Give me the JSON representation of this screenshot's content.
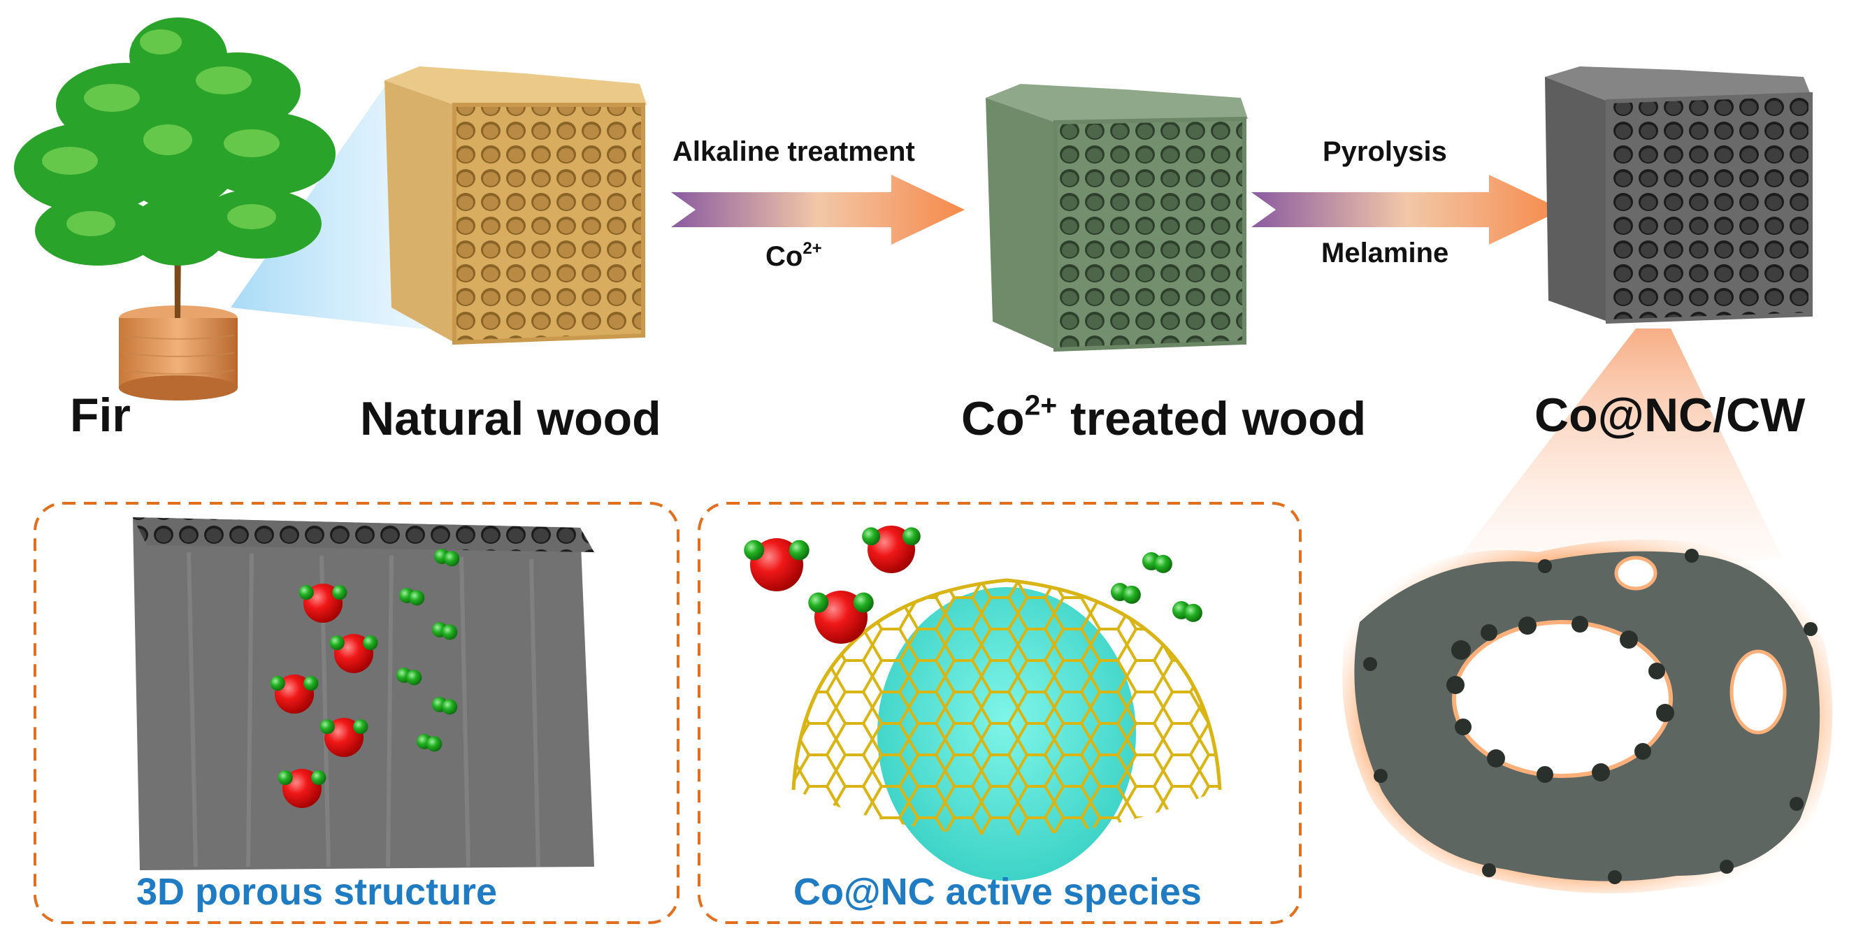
{
  "labels": {
    "fir": "Fir",
    "natural_wood": "Natural wood",
    "co_treated_prefix": "Co",
    "co_treated_sup": "2+",
    "co_treated_suffix": " treated wood",
    "product": "Co@NC/CW"
  },
  "step1": {
    "top": "Alkaline treatment",
    "bottom_base": "Co",
    "bottom_sup": "2+"
  },
  "step2": {
    "top": "Pyrolysis",
    "bottom": "Melamine"
  },
  "panels": {
    "left_caption": "3D porous structure",
    "middle_caption": "Co@NC active species"
  },
  "colors": {
    "natural_wood": "#e0b86e",
    "treated_wood": "#7d9a78",
    "carbon_wood": "#6a6a6a",
    "arrow_start": "#8a5aa0",
    "arrow_end": "#f6894a",
    "dashed_border": "#e07020",
    "caption_blue": "#1f7bc2",
    "cobalt_sphere": "#e81010",
    "nitrogen_sphere": "#22a322",
    "carbon_shell": "#e0c020",
    "core": "#40e0d0"
  }
}
